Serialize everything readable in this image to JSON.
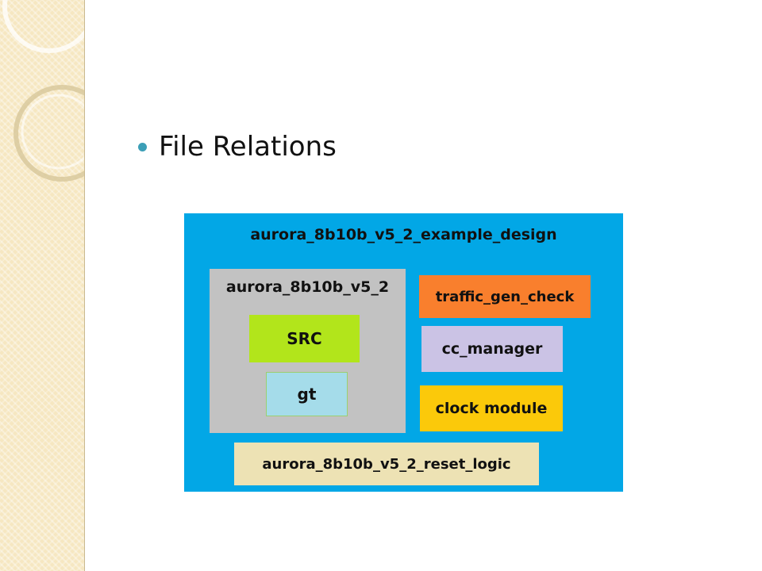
{
  "slide": {
    "title": "File Relations",
    "bullet_color": "#3c9fb7"
  },
  "diagram": {
    "outer_label": "aurora_8b10b_v5_2_example_design",
    "outer_color": "#02a7e6",
    "core": {
      "label": "aurora_8b10b_v5_2",
      "color": "#c2c2c2",
      "src_label": "SRC",
      "src_color": "#b2e51b",
      "gt_label": "gt",
      "gt_color": "#a5dcea"
    },
    "traffic_gen_check": {
      "label": "traffic_gen_check",
      "color": "#f97f2d"
    },
    "cc_manager": {
      "label": "cc_manager",
      "color": "#cbc3e5"
    },
    "clock_module": {
      "label": "clock module",
      "color": "#fbc90a"
    },
    "reset_logic": {
      "label": "aurora_8b10b_v5_2_reset_logic",
      "color": "#ede2b4"
    }
  }
}
